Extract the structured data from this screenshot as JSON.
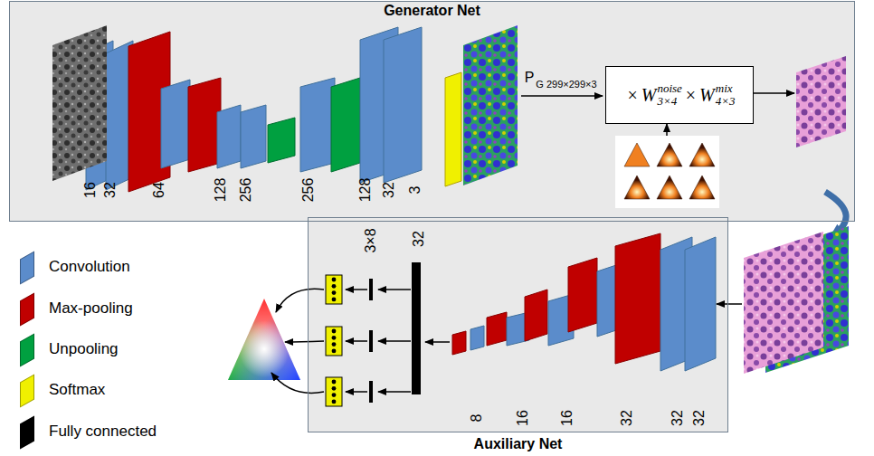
{
  "diagram": {
    "nodes": [
      {
        "text": [
          "Generator Net"
        ]
      },
      {
        "text": [
          "×",
          "W",
          "noise",
          "3×4",
          "×",
          "W",
          "mix",
          "4×3"
        ],
        "in": 0
      },
      {
        "text": [
          "Auxiliary Net"
        ]
      }
    ],
    "labels": [
      "16",
      "32",
      "64",
      "128",
      "256",
      "256",
      "128",
      "32",
      "3",
      "P",
      "G 299×299×3",
      "3×8",
      "32",
      "8",
      "16",
      "16",
      "32",
      "32",
      "32"
    ],
    "legend": [
      {
        "text": "Convolution",
        "color": "#5b8ccb"
      },
      {
        "text": "Max-pooling",
        "color": "#c00000"
      },
      {
        "text": "Unpooling",
        "color": "#00a040"
      },
      {
        "text": "Softmax",
        "color": "#f0f000"
      },
      {
        "text": "Fully connected",
        "color": "#000000"
      }
    ]
  }
}
